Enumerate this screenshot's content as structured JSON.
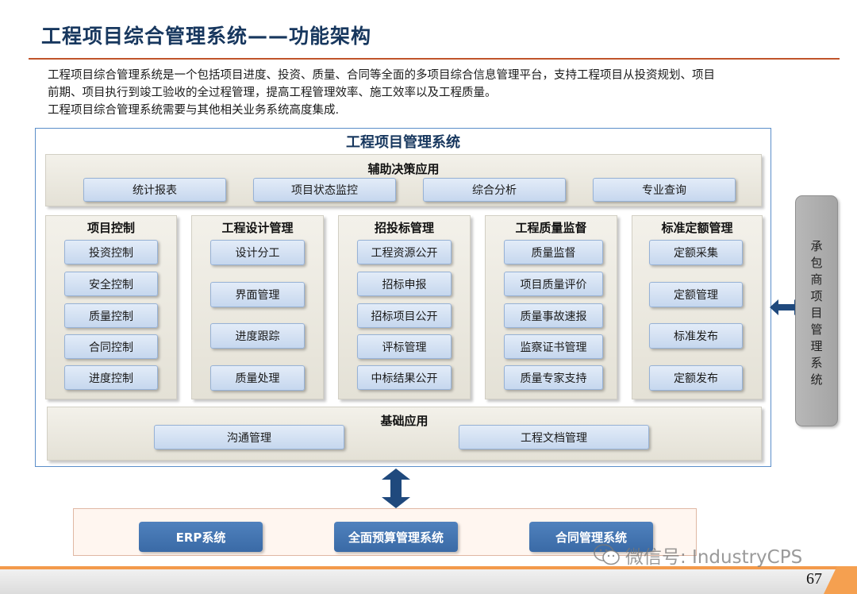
{
  "title": "工程项目综合管理系统——功能架构",
  "intro": [
    "工程项目综合管理系统是一个包括项目进度、投资、质量、合同等全面的多项目综合信息管理平台，支持工程项目从投资规划、项目",
    "前期、项目执行到竣工验收的全过程管理，提高工程管理效率、施工效率以及工程质量。",
    "工程项目综合管理系统需要与其他相关业务系统高度集成."
  ],
  "system": {
    "title": "工程项目管理系统",
    "decision": {
      "title": "辅助决策应用",
      "items": [
        "统计报表",
        "项目状态监控",
        "综合分析",
        "专业查询"
      ]
    },
    "modules": [
      {
        "title": "项目控制",
        "items": [
          "投资控制",
          "安全控制",
          "质量控制",
          "合同控制",
          "进度控制"
        ]
      },
      {
        "title": "工程设计管理",
        "items": [
          "设计分工",
          "界面管理",
          "进度跟踪",
          "质量处理"
        ]
      },
      {
        "title": "招投标管理",
        "items": [
          "工程资源公开",
          "招标申报",
          "招标项目公开",
          "评标管理",
          "中标结果公开"
        ]
      },
      {
        "title": "工程质量监督",
        "items": [
          "质量监督",
          "项目质量评价",
          "质量事故速报",
          "监察证书管理",
          "质量专家支持"
        ]
      },
      {
        "title": "标准定额管理",
        "items": [
          "定额采集",
          "定额管理",
          "标准发布",
          "定额发布"
        ]
      }
    ],
    "basic": {
      "title": "基础应用",
      "items": [
        "沟通管理",
        "工程文档管理"
      ]
    }
  },
  "contractor": {
    "label": "承包商项目管理系统",
    "chars": [
      "承",
      "包",
      "商",
      "项",
      "目",
      "管",
      "理",
      "系",
      "统"
    ]
  },
  "external": {
    "items": [
      "ERP系统",
      "全面预算管理系统",
      "合同管理系统"
    ]
  },
  "watermark": "微信号: IndustryCPS",
  "page_number": "67",
  "colors": {
    "title": "#17375e",
    "accent_rule": "#c0542a",
    "frame_border": "#5b8ec9",
    "button_fill": "#c6d7ee",
    "external_button": "#4f81bd",
    "arrow": "#1f497d",
    "footer_orange": "#f39a4b"
  }
}
